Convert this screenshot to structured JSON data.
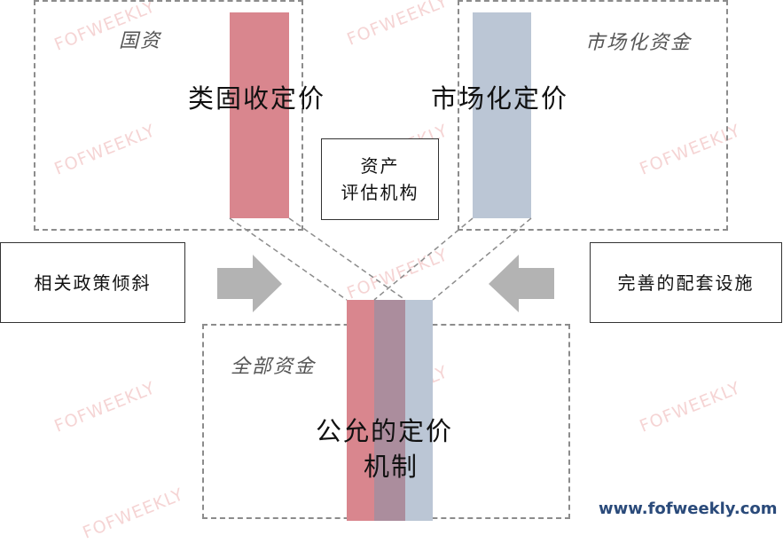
{
  "labels": {
    "state_capital": "国资",
    "market_capital": "市场化资金",
    "all_capital": "全部资金"
  },
  "pricing": {
    "quasi_fixed_income": "类固收定价",
    "market_pricing": "市场化定价",
    "fair_pricing_line1": "公允的定价",
    "fair_pricing_line2": "机制"
  },
  "valuation_agency": {
    "line1": "资产",
    "line2": "评估机构"
  },
  "side_boxes": {
    "left": "相关政策倾斜",
    "right": "完善的配套设施"
  },
  "watermark": "FOFWEEKLY",
  "site_url": "www.fofweekly.com",
  "colors": {
    "state_bar": "#d9868e",
    "market_bar": "#bbc6d5",
    "blend_bar": "#ab8d9d",
    "arrow": "#b3b3b3",
    "dash": "#8c8c8c"
  }
}
